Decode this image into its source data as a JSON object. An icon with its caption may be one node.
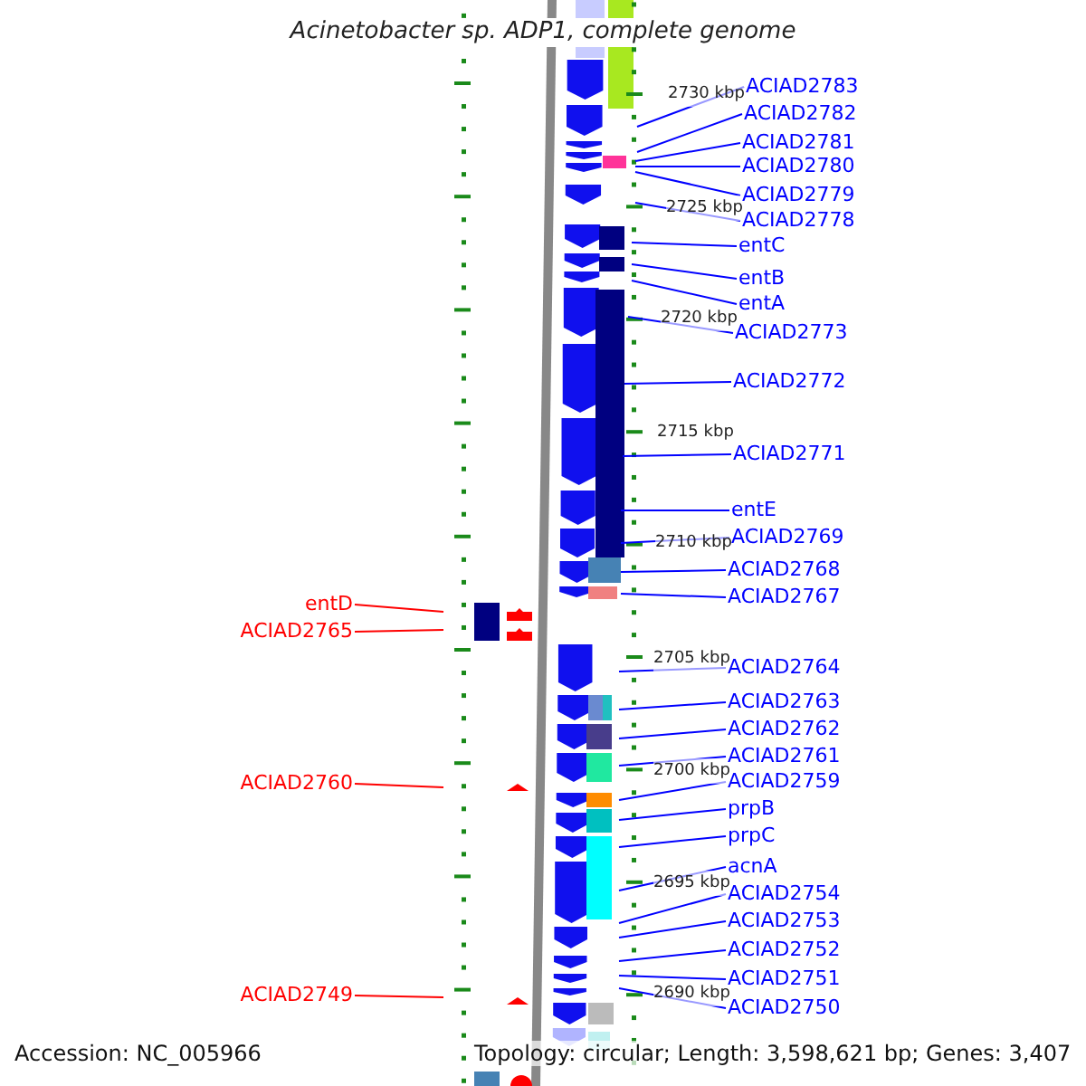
{
  "diagram": {
    "title": "Acinetobacter sp. ADP1, complete genome",
    "nodes": [
      {
        "text": [
          "ACIAD2783"
        ]
      },
      {
        "text": [
          "ACIAD2782"
        ]
      },
      {
        "text": [
          "ACIAD2781"
        ]
      },
      {
        "text": [
          "ACIAD2780"
        ]
      },
      {
        "text": [
          "ACIAD2779"
        ]
      },
      {
        "text": [
          "ACIAD2778"
        ]
      },
      {
        "text": [
          "entC"
        ]
      },
      {
        "text": [
          "entB"
        ]
      },
      {
        "text": [
          "entA"
        ]
      },
      {
        "text": [
          "ACIAD2773"
        ]
      },
      {
        "text": [
          "ACIAD2772"
        ]
      },
      {
        "text": [
          "ACIAD2771"
        ]
      },
      {
        "text": [
          "entE"
        ]
      },
      {
        "text": [
          "ACIAD2769"
        ]
      },
      {
        "text": [
          "ACIAD2768"
        ]
      },
      {
        "text": [
          "ACIAD2767"
        ]
      },
      {
        "text": [
          "ACIAD2764"
        ]
      },
      {
        "text": [
          "ACIAD2763"
        ]
      },
      {
        "text": [
          "ACIAD2762"
        ]
      },
      {
        "text": [
          "ACIAD2761"
        ]
      },
      {
        "text": [
          "ACIAD2759"
        ]
      },
      {
        "text": [
          "prpB"
        ]
      },
      {
        "text": [
          "prpC"
        ]
      },
      {
        "text": [
          "acnA"
        ]
      },
      {
        "text": [
          "ACIAD2754"
        ]
      },
      {
        "text": [
          "ACIAD2753"
        ]
      },
      {
        "text": [
          "ACIAD2752"
        ]
      },
      {
        "text": [
          "ACIAD2751"
        ]
      },
      {
        "text": [
          "ACIAD2750"
        ]
      },
      {
        "text": [
          "entD"
        ]
      },
      {
        "text": [
          "ACIAD2765"
        ]
      },
      {
        "text": [
          "ACIAD2760"
        ]
      },
      {
        "text": [
          "ACIAD2749"
        ]
      }
    ],
    "edges": [
      {
        "from": 0,
        "to": null,
        "arrow": "none"
      },
      {
        "from": 1,
        "to": null,
        "arrow": "none"
      },
      {
        "from": 2,
        "to": null,
        "arrow": "none"
      },
      {
        "from": 3,
        "to": null,
        "arrow": "none"
      },
      {
        "from": 4,
        "to": null,
        "arrow": "none"
      },
      {
        "from": 5,
        "to": null,
        "arrow": "none"
      },
      {
        "from": 6,
        "to": null,
        "arrow": "none"
      },
      {
        "from": 7,
        "to": null,
        "arrow": "none"
      },
      {
        "from": 8,
        "to": null,
        "arrow": "none"
      },
      {
        "from": 9,
        "to": null,
        "arrow": "none"
      },
      {
        "from": 10,
        "to": null,
        "arrow": "none"
      },
      {
        "from": 11,
        "to": null,
        "arrow": "none"
      },
      {
        "from": 12,
        "to": null,
        "arrow": "none"
      },
      {
        "from": 13,
        "to": null,
        "arrow": "none"
      },
      {
        "from": 14,
        "to": null,
        "arrow": "none"
      },
      {
        "from": 15,
        "to": null,
        "arrow": "none"
      },
      {
        "from": 16,
        "to": null,
        "arrow": "none"
      },
      {
        "from": 17,
        "to": null,
        "arrow": "none"
      },
      {
        "from": 18,
        "to": null,
        "arrow": "none"
      },
      {
        "from": 19,
        "to": null,
        "arrow": "none"
      },
      {
        "from": 20,
        "to": null,
        "arrow": "none"
      },
      {
        "from": 21,
        "to": null,
        "arrow": "none"
      },
      {
        "from": 22,
        "to": null,
        "arrow": "none"
      },
      {
        "from": 23,
        "to": null,
        "arrow": "none"
      },
      {
        "from": 24,
        "to": null,
        "arrow": "none"
      },
      {
        "from": 25,
        "to": null,
        "arrow": "none"
      },
      {
        "from": 26,
        "to": null,
        "arrow": "none"
      },
      {
        "from": 27,
        "to": null,
        "arrow": "none"
      },
      {
        "from": 28,
        "to": null,
        "arrow": "none"
      },
      {
        "from": 29,
        "to": null,
        "arrow": "none",
        "color": "#ff0000"
      },
      {
        "from": 30,
        "to": null,
        "arrow": "none",
        "color": "#ff0000"
      },
      {
        "from": 31,
        "to": null,
        "arrow": "none",
        "color": "#ff0000"
      },
      {
        "from": 32,
        "to": null,
        "arrow": "none",
        "color": "#ff0000"
      }
    ],
    "labels": [
      "2730 kbp",
      "2725 kbp",
      "2720 kbp",
      "2715 kbp",
      "2710 kbp",
      "2705 kbp",
      "2700 kbp",
      "2695 kbp",
      "2690 kbp",
      "Accession: NC_005966",
      "Topology: circular; Length: 3,598,621 bp; Genes: 3,407"
    ]
  }
}
